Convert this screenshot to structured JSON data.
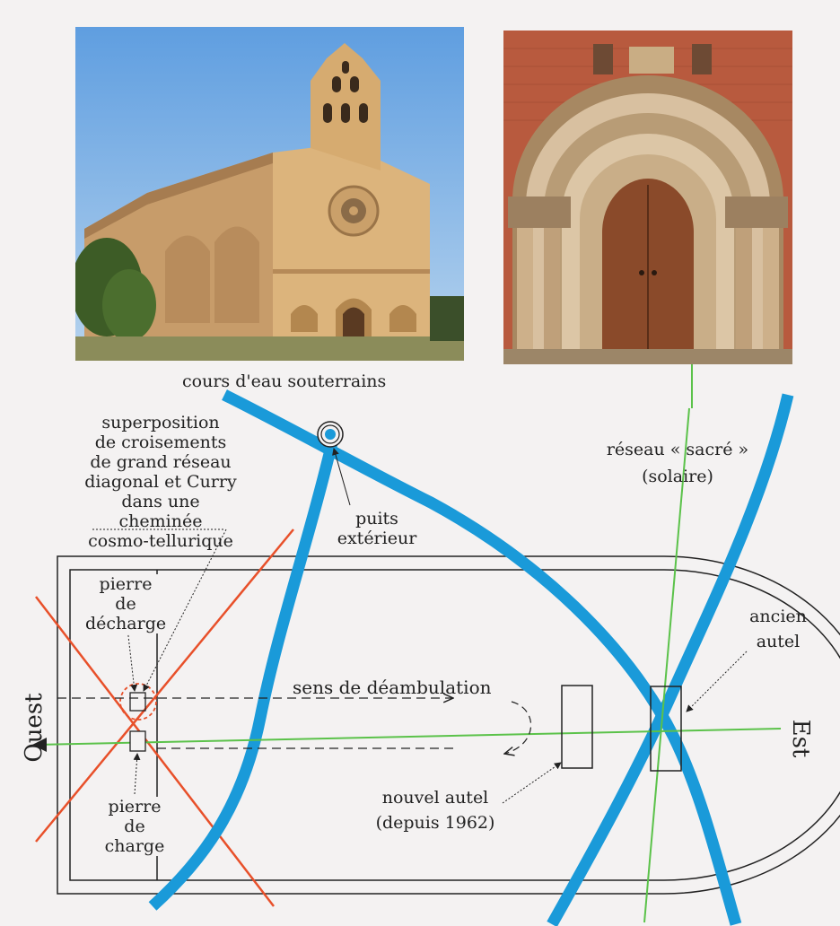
{
  "photos": {
    "church_alt": "",
    "portal_alt": ""
  },
  "labels": {
    "underground_streams": "cours d'eau souterrains",
    "superposition_line1": "superposition",
    "superposition_line2": "de croisements",
    "superposition_line3": "de grand réseau",
    "superposition_line4": "diagonal et Curry",
    "superposition_line5": "dans une cheminée",
    "superposition_line6": "cosmo-tellurique",
    "sacred_network_line1": "réseau « sacré »",
    "sacred_network_line2": "(solaire)",
    "outer_well_line1": "puits",
    "outer_well_line2": "extérieur",
    "discharge_stone_line1": "pierre",
    "discharge_stone_line2": "de",
    "discharge_stone_line3": "décharge",
    "walking_direction": "sens de déambulation",
    "old_altar_line1": "ancien",
    "old_altar_line2": "autel",
    "west": "Ouest",
    "east": "Est",
    "charge_stone_line1": "pierre",
    "charge_stone_line2": "de",
    "charge_stone_line3": "charge",
    "new_altar_line1": "nouvel autel",
    "new_altar_line2": "(depuis 1962)"
  },
  "colors": {
    "water": "#1a9ad9",
    "sun_grid": "#5bc24a",
    "diagonal_grid": "#e8502a",
    "outline": "#222222",
    "brick": "#b85a3e",
    "stone": "#d9b27a",
    "sky": "#7fb4e4",
    "door": "#8a4a2a"
  }
}
